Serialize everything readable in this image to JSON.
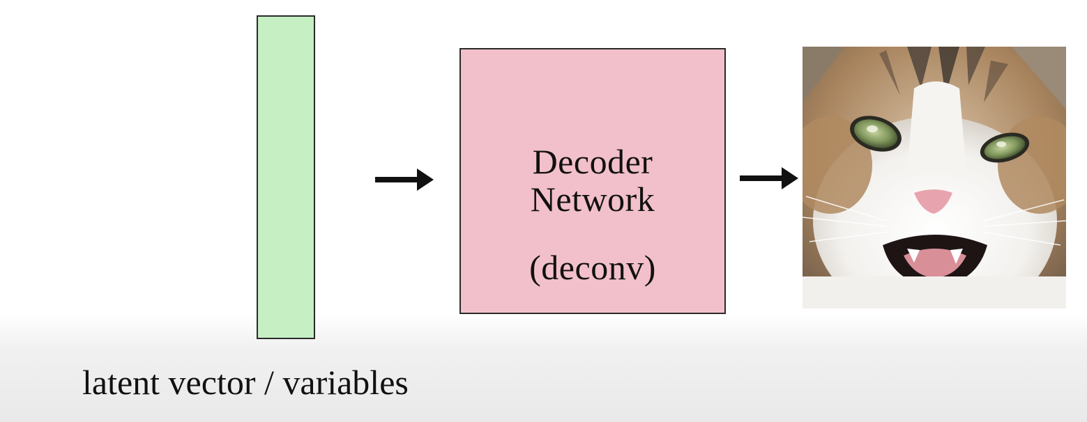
{
  "diagram": {
    "decoder": {
      "line1": "Decoder",
      "line2": "Network",
      "line3": "(deconv)"
    },
    "latent_label": "latent vector / variables",
    "colors": {
      "latent_fill": "#c6efc4",
      "decoder_fill": "#f2c0ca",
      "outline": "#2a2a2a",
      "arrow": "#111111"
    },
    "output_image": "angry-cat-photo"
  }
}
